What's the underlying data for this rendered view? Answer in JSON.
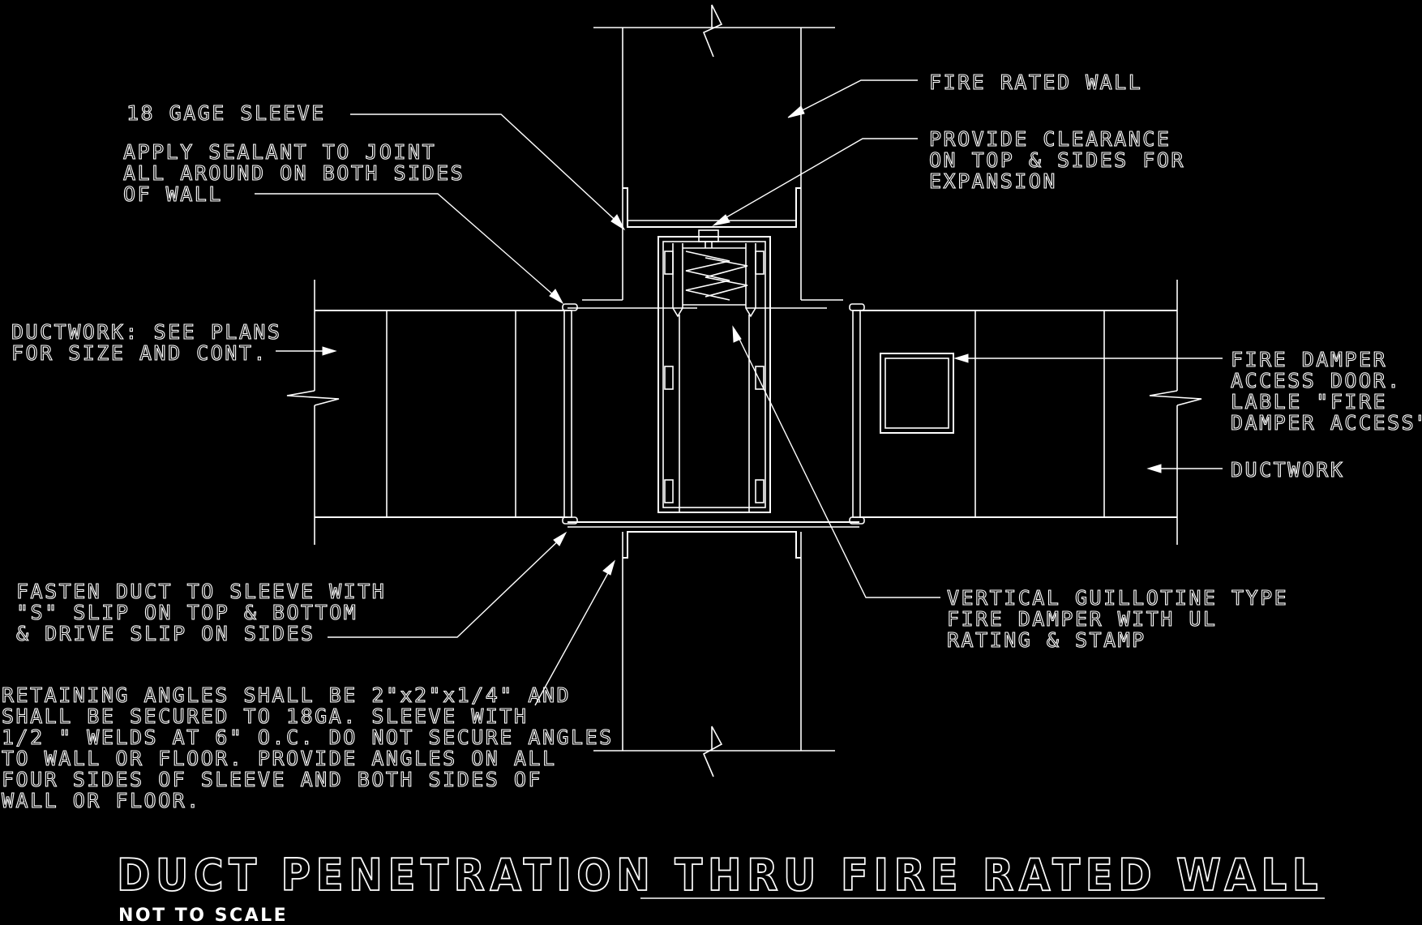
{
  "title": "DUCT PENETRATION THRU FIRE RATED WALL",
  "subtitle": "NOT TO SCALE",
  "notes": {
    "fire_rated_wall": [
      "FIRE RATED WALL"
    ],
    "sleeve": [
      "18 GAGE SLEEVE"
    ],
    "clearance": [
      "PROVIDE CLEARANCE",
      "ON TOP & SIDES FOR",
      "EXPANSION"
    ],
    "sealant": [
      "APPLY SEALANT TO JOINT",
      "ALL AROUND ON BOTH SIDES",
      "OF WALL"
    ],
    "ductwork_plans": [
      "DUCTWORK: SEE PLANS",
      "FOR SIZE AND CONT."
    ],
    "access_door": [
      "FIRE DAMPER",
      "ACCESS DOOR.",
      "LABLE \"FIRE",
      "DAMPER ACCESS\""
    ],
    "ductwork": [
      "DUCTWORK"
    ],
    "fasten": [
      "FASTEN DUCT TO SLEEVE WITH",
      "\"S\" SLIP ON TOP & BOTTOM",
      "& DRIVE SLIP ON SIDES"
    ],
    "damper": [
      "VERTICAL GUILLOTINE TYPE",
      "FIRE DAMPER WITH UL",
      "RATING & STAMP"
    ],
    "angles": [
      "RETAINING ANGLES SHALL BE 2\"x2\"x1/4\"  AND",
      "SHALL BE  SECURED TO 18GA. SLEEVE WITH",
      "1/2 \"  WELDS AT 6\" O.C. DO NOT SECURE ANGLES",
      "TO WALL OR FLOOR. PROVIDE ANGLES ON ALL",
      "FOUR SIDES OF SLEEVE AND BOTH SIDES OF",
      " WALL OR FLOOR."
    ]
  }
}
